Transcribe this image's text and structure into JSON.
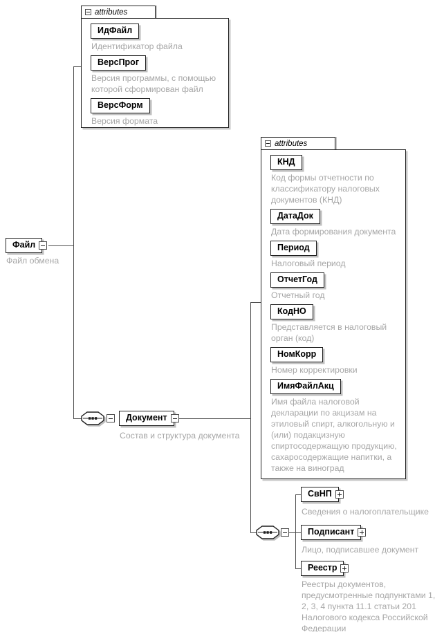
{
  "diagram": {
    "attributes_label": "attributes",
    "root_element": {
      "name": "Файл",
      "desc": "Файл обмена"
    },
    "file_attributes": {
      "items": [
        {
          "name": "ИдФайл",
          "desc": "Идентификатор файла"
        },
        {
          "name": "ВерсПрог",
          "desc": "Версия программы, с помощью которой сформирован файл"
        },
        {
          "name": "ВерсФорм",
          "desc": "Версия формата"
        }
      ]
    },
    "document_element": {
      "name": "Документ",
      "desc": "Состав и структура документа"
    },
    "document_attributes": {
      "items": [
        {
          "name": "КНД",
          "desc": "Код формы отчетности по классификатору налоговых документов (КНД)"
        },
        {
          "name": "ДатаДок",
          "desc": "Дата формирования документа"
        },
        {
          "name": "Период",
          "desc": "Налоговый период"
        },
        {
          "name": "ОтчетГод",
          "desc": "Отчетный год"
        },
        {
          "name": "КодНО",
          "desc": "Представляется в налоговый орган (код)"
        },
        {
          "name": "НомКорр",
          "desc": "Номер корректировки"
        },
        {
          "name": "ИмяФайлАкц",
          "desc": "Имя файла налоговой декларации по акцизам на этиловый спирт, алкогольную и (или) подакцизную спиртосодержащую продукцию, сахаросодержащие напитки, а также на виноград"
        }
      ]
    },
    "document_children": [
      {
        "name": "СвНП",
        "desc": "Сведения о налогоплательщике"
      },
      {
        "name": "Подписант",
        "desc": "Лицо, подписавшее документ"
      },
      {
        "name": "Реестр",
        "desc": "Реестры документов, предусмотренные подпунктами 1, 2, 3, 4 пункта 11.1 статьи 201 Налогового кодекса Российской Федерации"
      }
    ],
    "colors": {
      "connector": "#4d4d4d",
      "box_border": "#1f1f1f",
      "box_shadow": "#bfbfbf",
      "desc_text": "#a6a6a6"
    }
  }
}
